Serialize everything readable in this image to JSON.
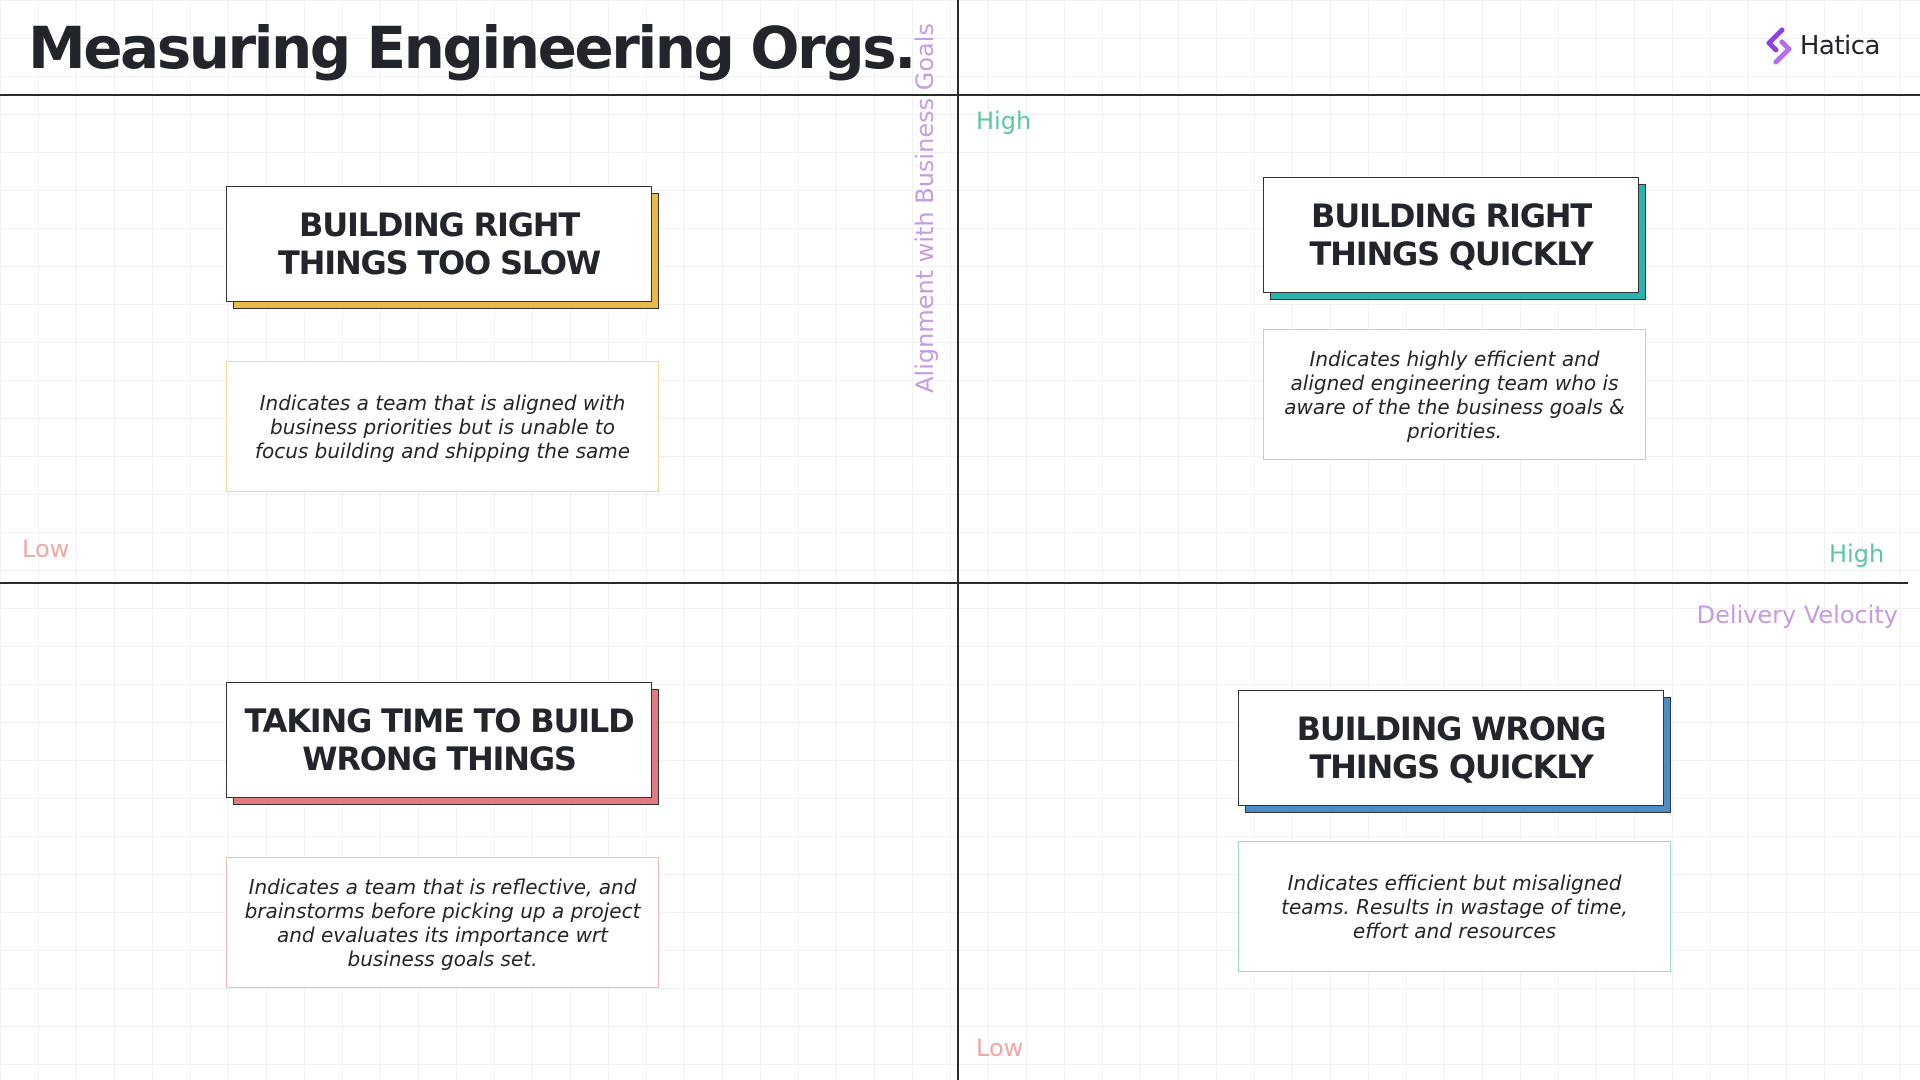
{
  "title": "Measuring Engineering Orgs.",
  "logo": {
    "name": "Hatica",
    "icon": "hatica-logo-icon"
  },
  "axes": {
    "y_title": "Alignment with Business Goals",
    "x_title": "Delivery Velocity",
    "y_high": "High",
    "y_low": "Low",
    "x_high": "High",
    "x_low": "Low"
  },
  "quadrants": {
    "top_left": {
      "heading": "BUILDING RIGHT THINGS TOO SLOW",
      "description": "Indicates a team that is aligned with business priorities but is unable to focus building and shipping the same",
      "accent_color": "#e8b84a",
      "border_color": "#eedc96"
    },
    "top_right": {
      "heading": "BUILDING RIGHT THINGS QUICKLY",
      "description": "Indicates highly efficient and aligned engineering team who is aware of the the business goals & priorities.",
      "accent_color": "#2ab3b0",
      "border_color": "#9adedd"
    },
    "bottom_left": {
      "heading": "TAKING TIME TO BUILD WRONG THINGS",
      "description": "Indicates a team that is reflective, and brainstorms before picking up a project and evaluates its importance wrt business goals set.",
      "accent_color": "#df7c82",
      "border_color": "#f0bdb8"
    },
    "bottom_right": {
      "heading": "BUILDING WRONG THINGS QUICKLY",
      "description": "Indicates efficient but misaligned teams. Results in wastage of time, effort and resources",
      "accent_color": "#4a8ec8",
      "border_color": "#9cd6da"
    }
  },
  "colors": {
    "high_label": "#5fc7a0",
    "low_label": "#f0a7a7",
    "axis_title": "#c79ce0",
    "text": "#22252b"
  }
}
